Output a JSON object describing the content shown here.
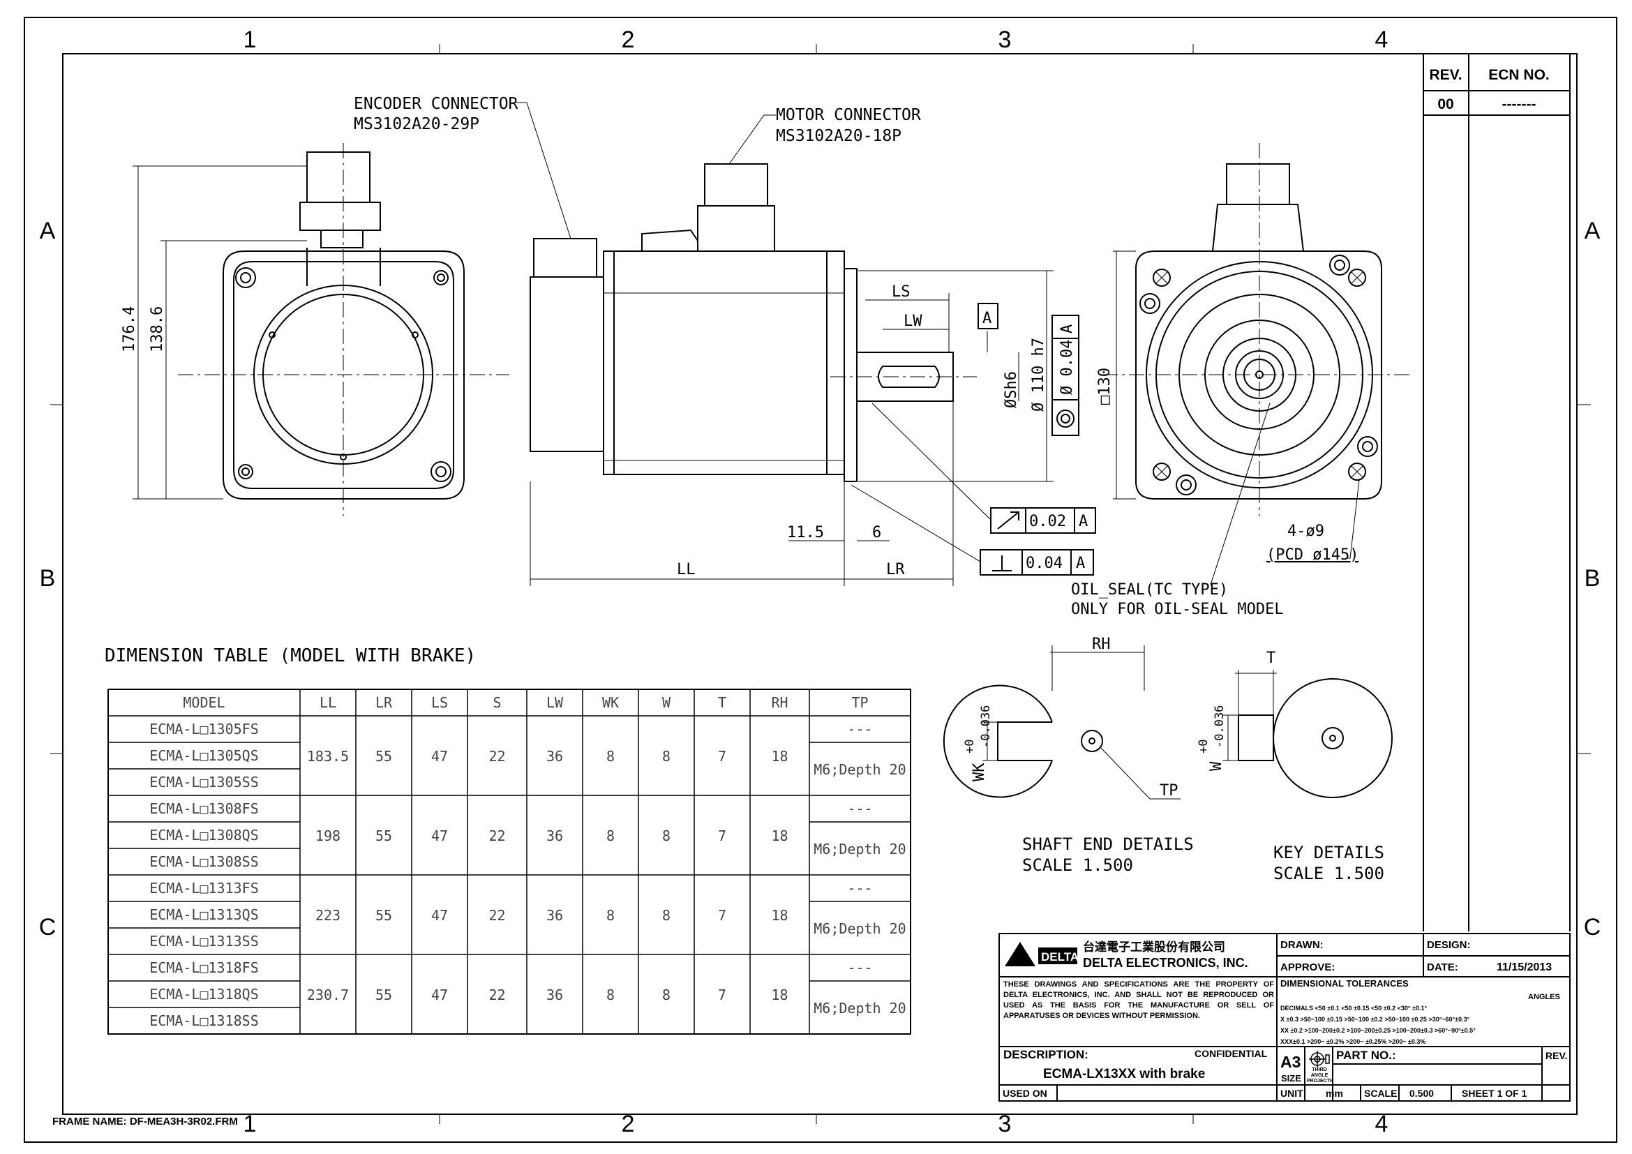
{
  "grid": {
    "columns": [
      "1",
      "2",
      "3",
      "4"
    ],
    "rows": [
      "A",
      "B",
      "C"
    ]
  },
  "frame_name": "FRAME NAME: DF-MEA3H-3R02.FRM",
  "revision_block": {
    "rev_header": "REV.",
    "ecn_header": "ECN NO.",
    "rev_value": "00",
    "ecn_value": "-------"
  },
  "callouts": {
    "encoder_line1": "ENCODER CONNECTOR",
    "encoder_line2": "MS3102A20-29P",
    "motor_line1": "MOTOR CONNECTOR",
    "motor_line2": "MS3102A20-18P",
    "oil_seal_line1": "OIL_SEAL(TC TYPE)",
    "oil_seal_line2": "ONLY FOR OIL-SEAL MODEL"
  },
  "dimensions": {
    "height_total": "176.4",
    "height_body": "138.6",
    "ls": "LS",
    "lw": "LW",
    "datum": "A",
    "shaft_dia": "ØSh6",
    "pilot_dia": "Ø 110 h7",
    "tol_conc_value": "Ø 0.04",
    "tol_conc_datum": "A",
    "flange_square": "□130",
    "runout_value": "0.02",
    "runout_datum": "A",
    "perp_value": "0.04",
    "perp_datum": "A",
    "d_115": "11.5",
    "d_6": "6",
    "ll": "LL",
    "lr": "LR",
    "holes": "4-ø9",
    "pcd": "(PCD ø145)"
  },
  "details": {
    "rh": "RH",
    "t": "T",
    "tp": "TP",
    "wk": "WK",
    "w": "W",
    "tol_plus": "+0",
    "tol_minus": "-0.036",
    "shaft_title": "SHAFT END DETAILS",
    "shaft_scale": "SCALE 1.500",
    "key_title": "KEY DETAILS",
    "key_scale": "SCALE 1.500"
  },
  "dimension_table": {
    "title": "DIMENSION TABLE (MODEL WITH  BRAKE)",
    "headers": [
      "MODEL",
      "LL",
      "LR",
      "LS",
      "S",
      "LW",
      "WK",
      "W",
      "T",
      "RH",
      "TP"
    ],
    "groups": [
      {
        "models": [
          "ECMA-L□1305FS",
          "ECMA-L□1305QS",
          "ECMA-L□1305SS"
        ],
        "values": [
          "183.5",
          "55",
          "47",
          "22",
          "36",
          "8",
          "8",
          "7",
          "18"
        ],
        "tp_first": "---",
        "tp_rest": "M6;Depth 20"
      },
      {
        "models": [
          "ECMA-L□1308FS",
          "ECMA-L□1308QS",
          "ECMA-L□1308SS"
        ],
        "values": [
          "198",
          "55",
          "47",
          "22",
          "36",
          "8",
          "8",
          "7",
          "18"
        ],
        "tp_first": "---",
        "tp_rest": "M6;Depth 20"
      },
      {
        "models": [
          "ECMA-L□1313FS",
          "ECMA-L□1313QS",
          "ECMA-L□1313SS"
        ],
        "values": [
          "223",
          "55",
          "47",
          "22",
          "36",
          "8",
          "8",
          "7",
          "18"
        ],
        "tp_first": "---",
        "tp_rest": "M6;Depth 20"
      },
      {
        "models": [
          "ECMA-L□1318FS",
          "ECMA-L□1318QS",
          "ECMA-L□1318SS"
        ],
        "values": [
          "230.7",
          "55",
          "47",
          "22",
          "36",
          "8",
          "8",
          "7",
          "18"
        ],
        "tp_first": "---",
        "tp_rest": "M6;Depth 20"
      }
    ]
  },
  "title_block": {
    "company_cn": "台達電子工業股份有限公司",
    "company_en": "DELTA ELECTRONICS, INC.",
    "logo_text": "DELTA",
    "drawn_label": "DRAWN:",
    "design_label": "DESIGN:",
    "approve_label": "APPROVE:",
    "date_label": "DATE:",
    "date_value": "11/15/2013",
    "notice": "THESE DRAWINGS AND SPECIFICATIONS ARE THE PROPERTY OF DELTA ELECTRONICS, INC. AND SHALL NOT BE REPRODUCED OR USED AS THE BASIS FOR THE MANUFACTURE OR SELL OF APPARATUSES OR DEVICES WITHOUT PERMISSION.",
    "tolerance_title": "DIMENSIONAL TOLERANCES",
    "tolerance_rows": [
      "DECIMALS  <50 ±0.1  <50 ±0.15  <50 ±0.2  <30° ±0.1°",
      "X  ±0.3  >50~100 ±0.15  >50~100 ±0.2  >50~100 ±0.25  >30°~60°±0.3°",
      "XX ±0.2  >100~200±0.2  >100~200±0.25  >100~200±0.3  >60°~90°±0.5°",
      "XXX±0.1  >200~ ±0.2%  >200~ ±0.25%  >200~ ±0.3%"
    ],
    "angles_label": "ANGLES",
    "description_label": "DESCRIPTION:",
    "confidential": "CONFIDENTIAL",
    "description_value": "ECMA-LX13XX  with brake",
    "size_value": "A3",
    "size_label": "SIZE",
    "projection_label": "THIRD ANGLE PROJECTION",
    "part_no_label": "PART NO.:",
    "rev_label": "REV.",
    "used_on_label": "USED ON",
    "unit_label": "UNIT",
    "unit_value": "mm",
    "scale_label": "SCALE",
    "scale_value": "0.500",
    "sheet_value": "SHEET 1 OF 1"
  }
}
